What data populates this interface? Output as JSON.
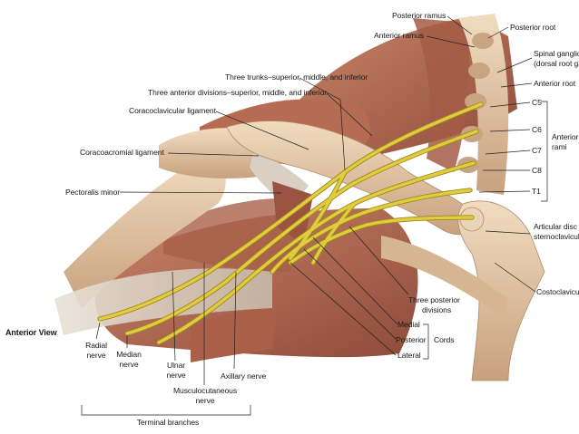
{
  "view_label": "Anterior View",
  "labels": {
    "posterior_ramus": "Posterior ramus",
    "posterior_root": "Posterior root",
    "anterior_ramus": "Anterior ramus",
    "spinal_ganglion_1": "Spinal ganglion",
    "spinal_ganglion_2": "(dorsal root ganglion)",
    "anterior_root": "Anterior root",
    "c5": "C5",
    "c6": "C6",
    "c7": "C7",
    "c8": "C8",
    "t1": "T1",
    "anterior_rami_1": "Anterior",
    "anterior_rami_2": "rami",
    "three_trunks": "Three trunks–superior, middle, and inferior",
    "three_anterior_divisions": "Three anterior divisions–superior, middle, and inferior",
    "coracoclavicular_ligament": "Coracoclavicular ligament",
    "coracoacromial_ligament": "Coracoacromial ligament",
    "pectoralis_minor": "Pectoralis minor",
    "articular_disc_1": "Articular disc of",
    "articular_disc_2": "sternoclavicular joint",
    "costoclavicular": "Costoclavicular ligament",
    "three_posterior_divisions_1": "Three posterior",
    "three_posterior_divisions_2": "divisions",
    "medial": "Medial",
    "posterior": "Posterior",
    "lateral": "Lateral",
    "cords": "Cords",
    "radial_nerve_1": "Radial",
    "radial_nerve_2": "nerve",
    "median_nerve_1": "Median",
    "median_nerve_2": "nerve",
    "ulnar_nerve_1": "Ulnar",
    "ulnar_nerve_2": "nerve",
    "musculocutaneous_1": "Musculocutaneous",
    "musculocutaneous_2": "nerve",
    "axillary_nerve": "Axillary nerve",
    "terminal_branches": "Terminal branches"
  },
  "colors": {
    "muscle": "#b8705a",
    "muscle_dark": "#8c4a38",
    "bone": "#e6c9a6",
    "bone_shade": "#c9a482",
    "ligament": "#d9cfc2",
    "nerve": "#d8c23a",
    "nerve_edge": "#9c8a1c",
    "leader": "#222222"
  }
}
